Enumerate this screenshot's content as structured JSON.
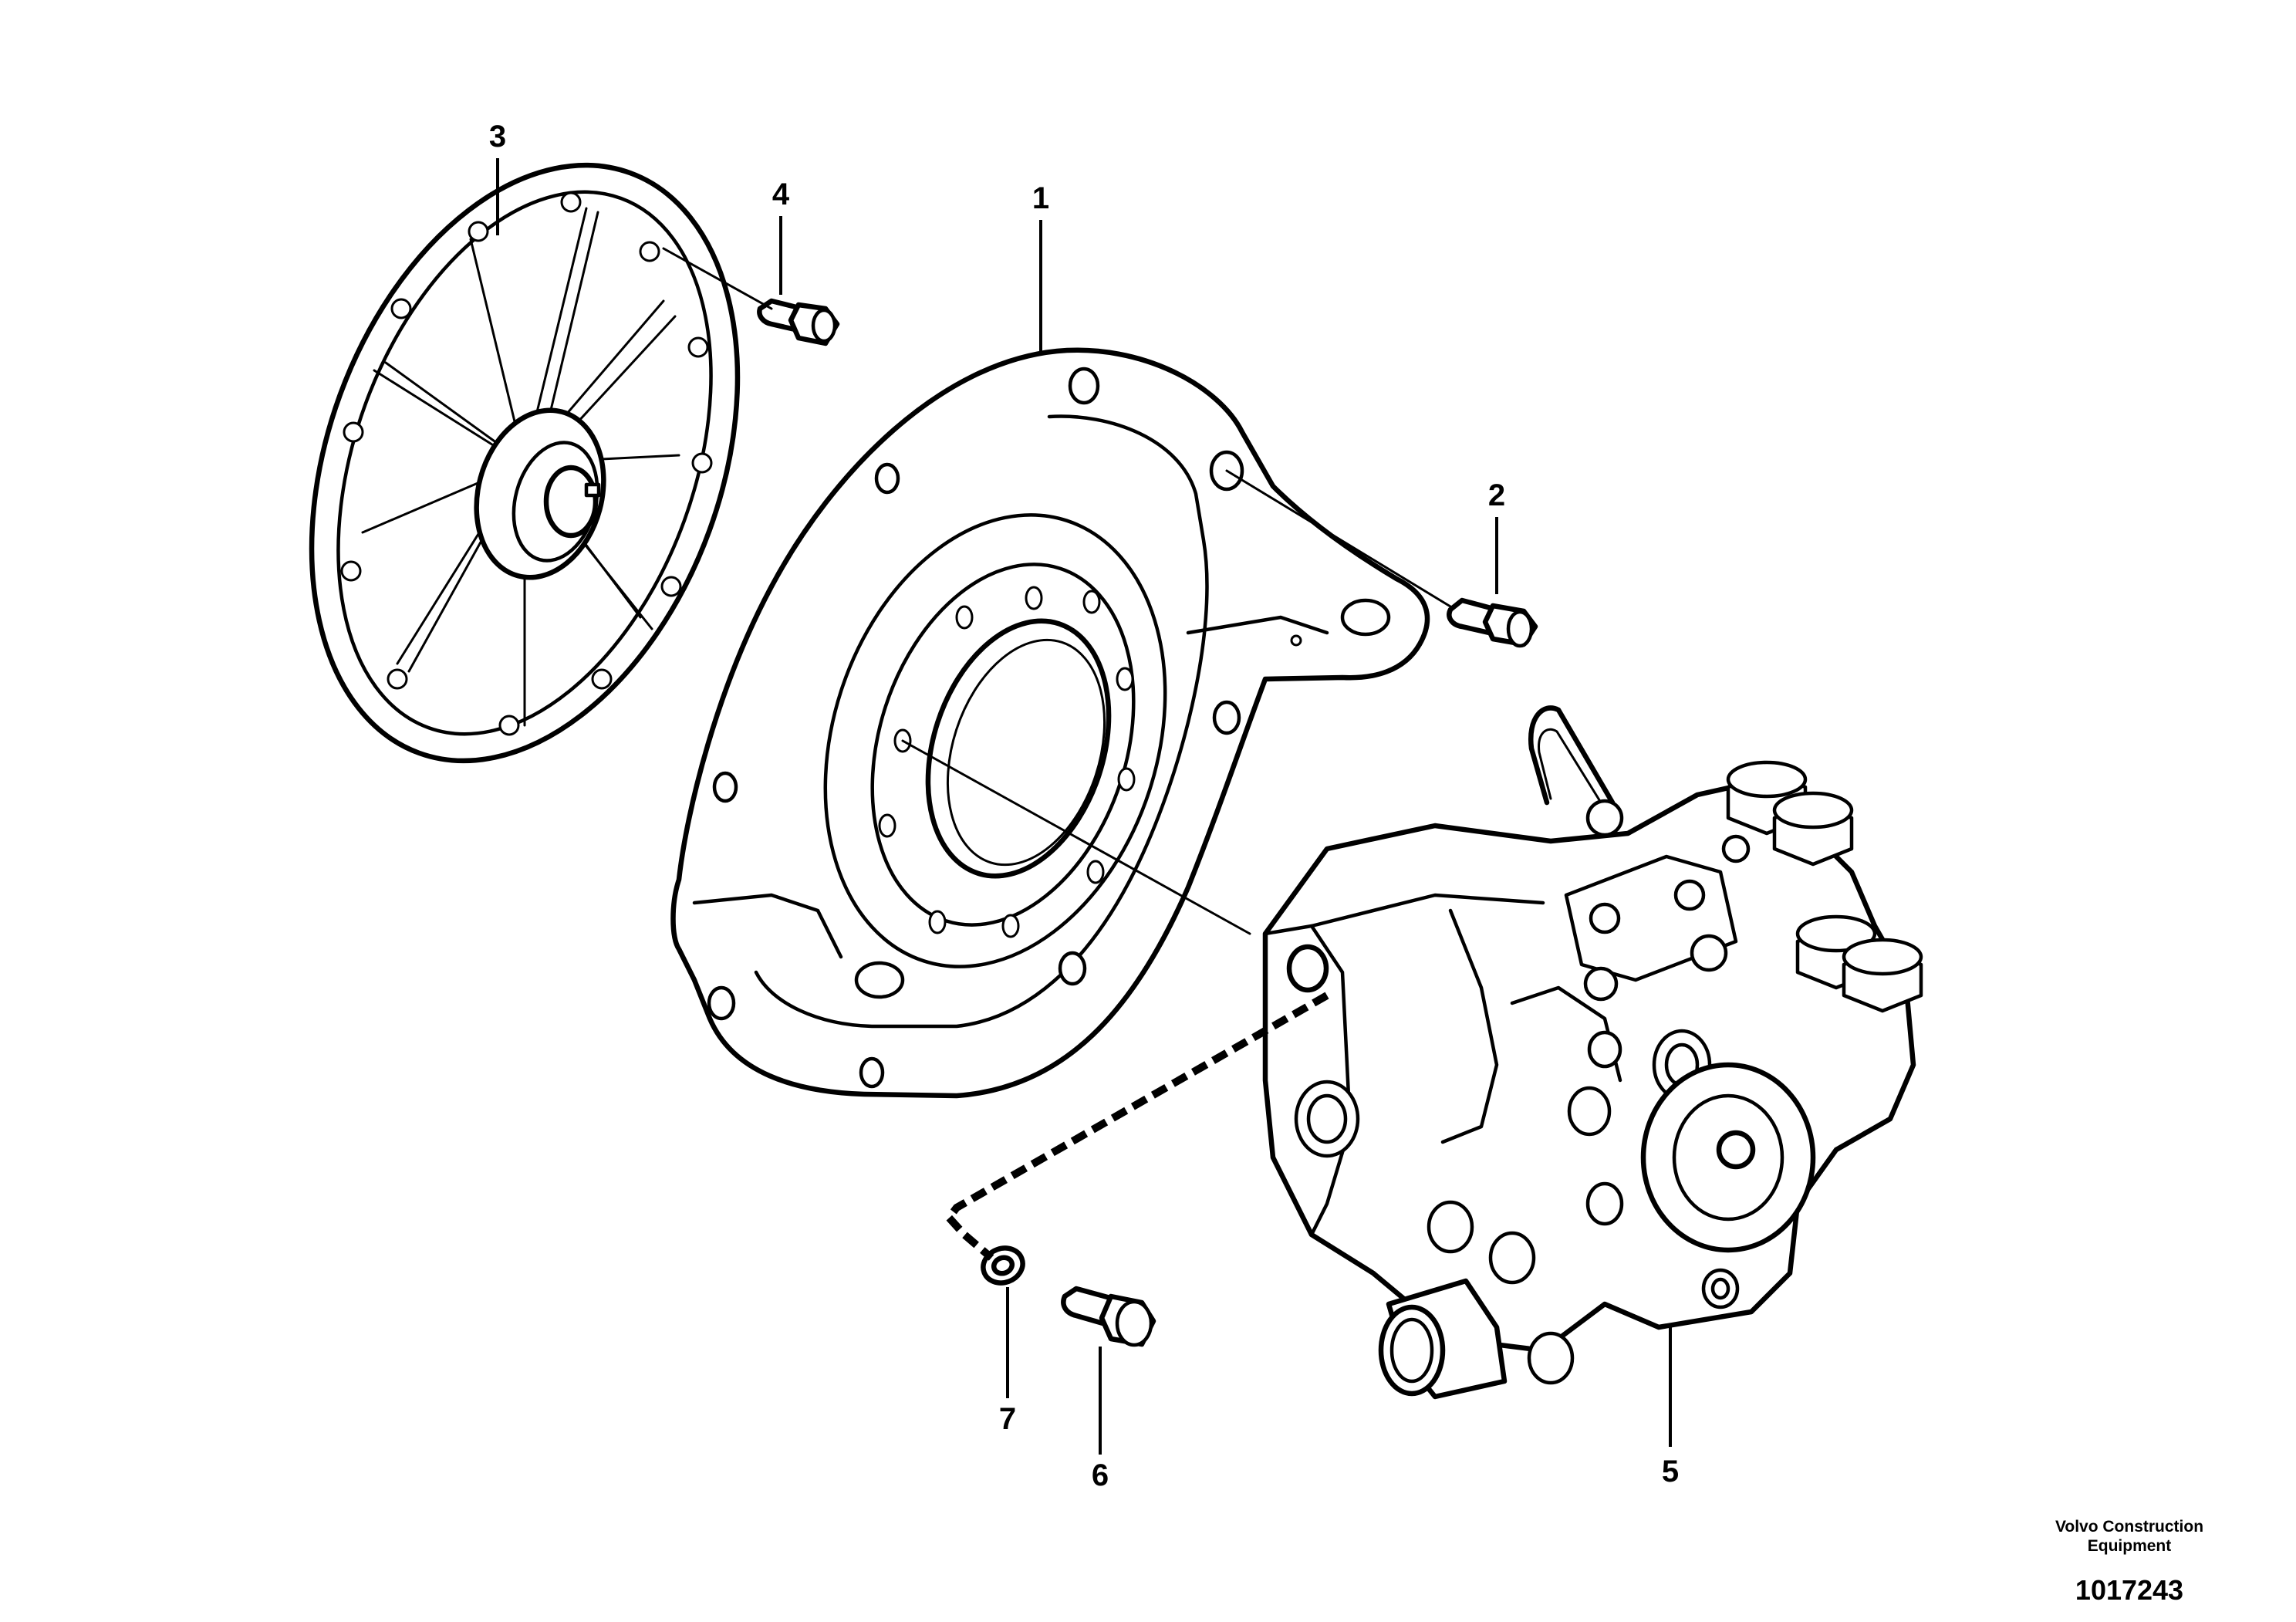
{
  "callouts": {
    "c1": "1",
    "c2": "2",
    "c3": "3",
    "c4": "4",
    "c5": "5",
    "c6": "6",
    "c7": "7"
  },
  "footer": {
    "company_line1": "Volvo Construction",
    "company_line2": "Equipment",
    "drawing_number": "1017243"
  }
}
